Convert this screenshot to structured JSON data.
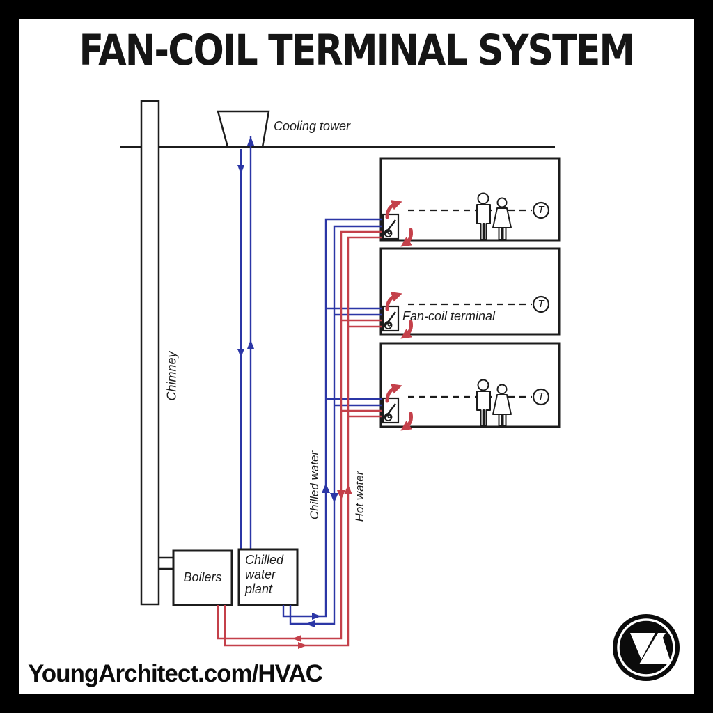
{
  "title": "FAN-COIL TERMINAL SYSTEM",
  "labels": {
    "cooling_tower": "Cooling tower",
    "chimney": "Chimney",
    "fan_coil_terminal": "Fan-coil terminal",
    "chilled_water": "Chilled water",
    "hot_water": "Hot water",
    "boilers": "Boilers",
    "chilled_water_plant": "Chilled\nwater\nplant",
    "thermostat": "T"
  },
  "footer": {
    "url": "YoungArchitect.com/HVAC",
    "logo": "young-architect-logo"
  },
  "diagram": {
    "rooms": 3,
    "rooms_with_people": [
      1,
      3
    ],
    "thermostats": 3,
    "pipes": [
      {
        "name": "Chilled water",
        "color": "#2b36a6"
      },
      {
        "name": "Hot water",
        "color": "#c4404a"
      }
    ]
  },
  "colors": {
    "chilled": "#2b36a6",
    "hot": "#c4404a",
    "ink": "#1c1c1c",
    "paper": "#ffffff",
    "frame": "#000000"
  }
}
